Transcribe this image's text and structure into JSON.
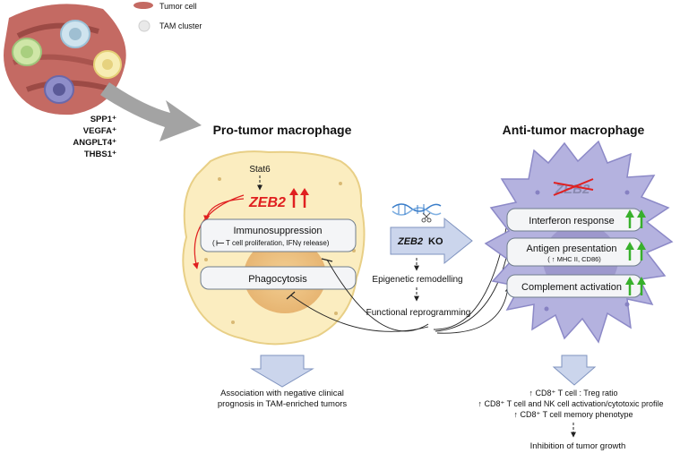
{
  "legend": {
    "tumor_cell": "Tumor cell",
    "tam_cluster": "TAM cluster"
  },
  "markers": [
    "SPP1⁺",
    "VEGFA⁺",
    "ANGPLT4⁺",
    "THBS1⁺"
  ],
  "pro_tumor": {
    "title": "Pro-tumor macrophage",
    "stat6": "Stat6",
    "zeb2": "ZEB2",
    "immunosuppression": "Immunosuppression",
    "immuno_detail_pre": "(",
    "immuno_detail": "T cell proliferation, IFNγ release)",
    "phagocytosis": "Phagocytosis",
    "outcome_line1": "Association with negative clinical",
    "outcome_line2": "prognosis in TAM-enriched tumors"
  },
  "middle": {
    "ko_gene": "ZEB2",
    "ko_suffix": " KO",
    "epigenetic": "Epigenetic remodelling",
    "functional": "Functional reprogramming"
  },
  "anti_tumor": {
    "title": "Anti-tumor macrophage",
    "zeb2_crossed": "ZEB2",
    "interferon": "Interferon response",
    "antigen": "Antigen presentation",
    "antigen_detail": "( ↑ MHC II, CD86)",
    "complement": "Complement activation",
    "outcome_line1": "↑ CD8⁺ T cell : Treg ratio",
    "outcome_line2": "↑ CD8⁺ T cell and NK cell activation/cytotoxic profile",
    "outcome_line3": "↑ CD8⁺ T cell memory phenotype",
    "final": "Inhibition of tumor growth"
  },
  "colors": {
    "pro_macrophage_fill": "#fbedc0",
    "anti_macrophage_fill": "#b4b2df",
    "red_accent": "#e02020",
    "green_arrow": "#38b02c",
    "blue_arrow": "#cbd5ec"
  }
}
